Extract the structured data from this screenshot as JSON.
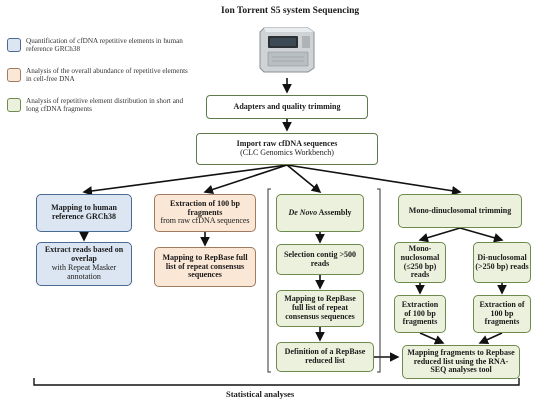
{
  "title": "Ion Torrent S5 system Sequencing",
  "legend": [
    {
      "text": "Quantification of cfDNA repetitive elements in human reference GRCh38",
      "color": "#dce6f2"
    },
    {
      "text": "Analysis of the overall abundance of repetitive elements in cell-free DNA",
      "color": "#fbe7d6"
    },
    {
      "text": "Analysis of repetitive element distribution in short and long cfDNA fragments",
      "color": "#ecf1dd"
    }
  ],
  "boxes": {
    "adapters": "Adapters and quality trimming",
    "import_title": "Import raw cfDNA sequences",
    "import_sub": "(CLC Genomics Workbench)",
    "mapping_human": "Mapping to human reference GRCh38",
    "extract_overlap_bold": "Extract reads based on overlap",
    "extract_overlap_rest": "with Repeat Masker annotation",
    "extraction100_bold": "Extraction of 100 bp fragments",
    "extraction100_rest": "from raw cfDNA sequences",
    "mapping_repbase_full": "Mapping to RepBase full list of repeat consensus sequences",
    "denovo_italic": "De Novo",
    "denovo_rest": "Assembly",
    "selection_contig": "Selection contig >500 reads",
    "mapping_repbase_full2": "Mapping to RepBase full list of repeat consensus sequences",
    "definition_reduced": "Definition of a RepBase reduced list",
    "mono_di_trimming": "Mono-dinuclosomal trimming",
    "mono_bold": "Mono-nuclosomal",
    "mono_rest": "(≤250 bp) reads",
    "di_bold": "Di-nuclosomal",
    "di_rest": "(>250 bp) reads",
    "extraction_mono": "Extraction of 100 bp fragments",
    "extraction_di": "Extraction of 100 bp fragments",
    "mapping_fragments": "Mapping fragments to Repbase reduced list using the RNA-SEQ analyses tool"
  },
  "footer": "Statistical analyses",
  "colors": {
    "blue": "#dce6f2",
    "orange": "#fbe7d6",
    "green": "#ecf1dd",
    "machine_body": "#d9dcdf",
    "machine_screen": "#2c2f33"
  },
  "icons": [
    "sequencer-machine-icon"
  ]
}
